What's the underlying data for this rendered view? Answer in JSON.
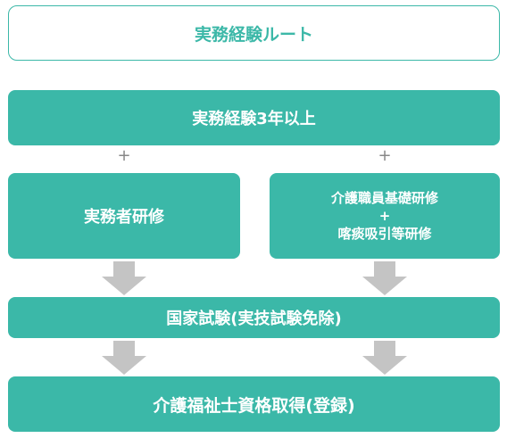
{
  "title": "実務経験ルート",
  "steps": {
    "experience": "実務経験3年以上",
    "plus": "+",
    "left_training": "実務者研修",
    "right_training": {
      "line1": "介護職員基礎研修",
      "plus": "+",
      "line2": "喀痰吸引等研修"
    },
    "exam": "国家試験(実技試験免除)",
    "final": "介護福祉士資格取得(登録)"
  },
  "colors": {
    "box_fill": "#3bb8a8",
    "title_border": "#3cb8a8",
    "title_text": "#3cb8a8",
    "arrow": "#c4c4c4",
    "plus": "#888888"
  }
}
